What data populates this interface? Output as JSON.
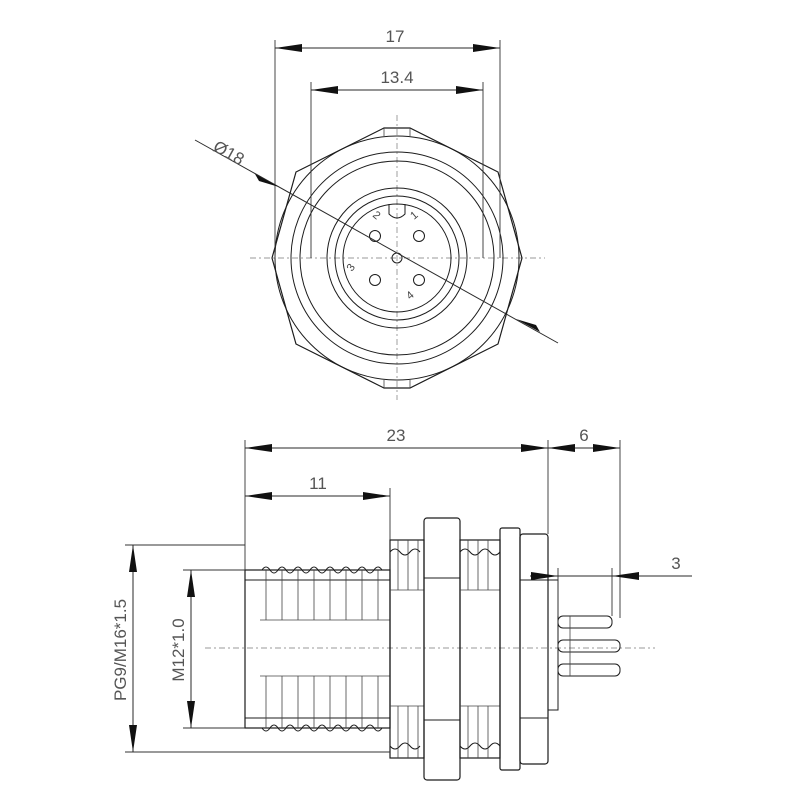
{
  "front_view": {
    "dimensions": {
      "outer_width": "17",
      "inner_width": "13.4",
      "diameter": "Ø18"
    },
    "pins": [
      "1",
      "2",
      "3",
      "4"
    ]
  },
  "side_view": {
    "dimensions": {
      "total_length": "23",
      "thread_length": "11",
      "pin_length": "6",
      "pin_offset": "3",
      "outer_thread": "PG9/M16*1.5",
      "inner_thread": "M12*1.0"
    }
  }
}
